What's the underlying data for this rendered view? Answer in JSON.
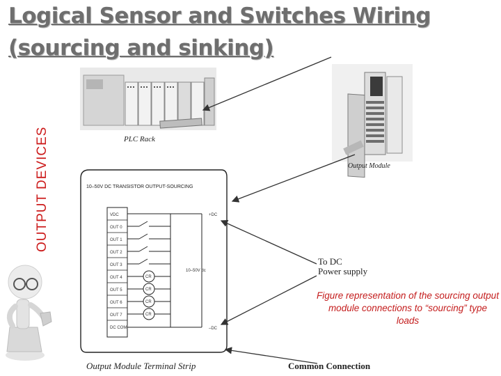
{
  "slide": {
    "title_line1": "Logical Sensor and Switches Wiring",
    "title_line2": "(sourcing and sinking)",
    "side_label": "OUTPUT DEVICES",
    "caption": "Figure representation of the sourcing output module connections to “sourcing” type loads",
    "accent_color": "#cc1b1b"
  },
  "figure": {
    "plc_rack_label": "PLC Rack",
    "output_module_label": "Output Module",
    "diagram_title": "10–50V DC TRANSISTOR OUTPUT-SOURCING",
    "terminals": [
      "VDC",
      "OUT 0",
      "OUT 1",
      "OUT 2",
      "OUT 3",
      "OUT 4",
      "OUT 5",
      "OUT 6",
      "OUT 7",
      "DC COM"
    ],
    "coil_label": "CR",
    "plus_dc": "+DC",
    "minus_dc": "–DC",
    "voltage_range": "10–50V dc",
    "power_label_line1": "To DC",
    "power_label_line2": "Power supply",
    "terminal_strip_label": "Output Module Terminal Strip",
    "common_connection_label": "Common Connection"
  }
}
